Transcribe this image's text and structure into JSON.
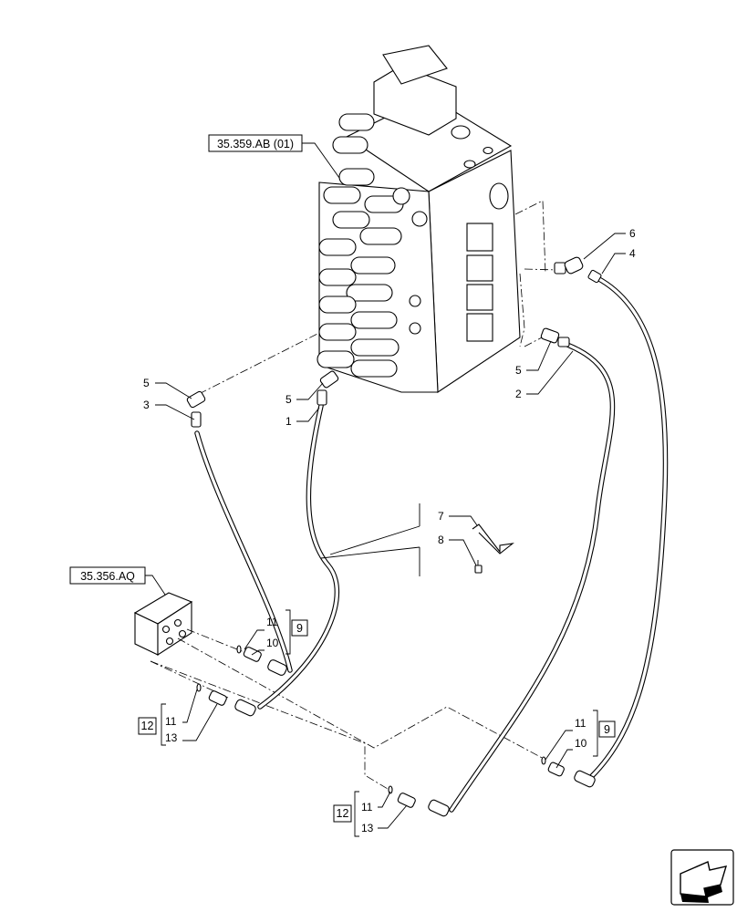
{
  "references": {
    "valve_ref": "35.359.AB (01)",
    "block_ref": "35.356.AQ"
  },
  "callouts": {
    "c1": "1",
    "c2": "2",
    "c3": "3",
    "c4": "4",
    "c5a": "5",
    "c5b": "5",
    "c5c": "5",
    "c6": "6",
    "c7": "7",
    "c8": "8"
  },
  "kits": {
    "upper_left": {
      "box": "9",
      "top": "11",
      "bottom": "10"
    },
    "lower_left": {
      "box": "12",
      "top": "11",
      "bottom": "13"
    },
    "lower_center": {
      "box": "12",
      "top": "11",
      "bottom": "13"
    },
    "right": {
      "box": "9",
      "top": "11",
      "bottom": "10"
    }
  },
  "nav_icon": "arrow-next-icon"
}
